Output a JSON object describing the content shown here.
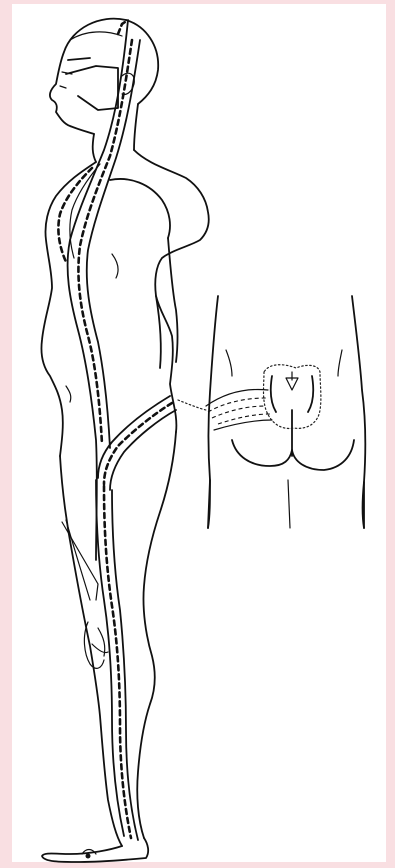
{
  "figure": {
    "subject": "anatomical-meridian-illustration",
    "views": [
      "side-view-figure",
      "posterior-view-figure"
    ],
    "colors": {
      "page_background": "#f9dfe2",
      "canvas": "#ffffff",
      "ink": "#111111"
    }
  }
}
